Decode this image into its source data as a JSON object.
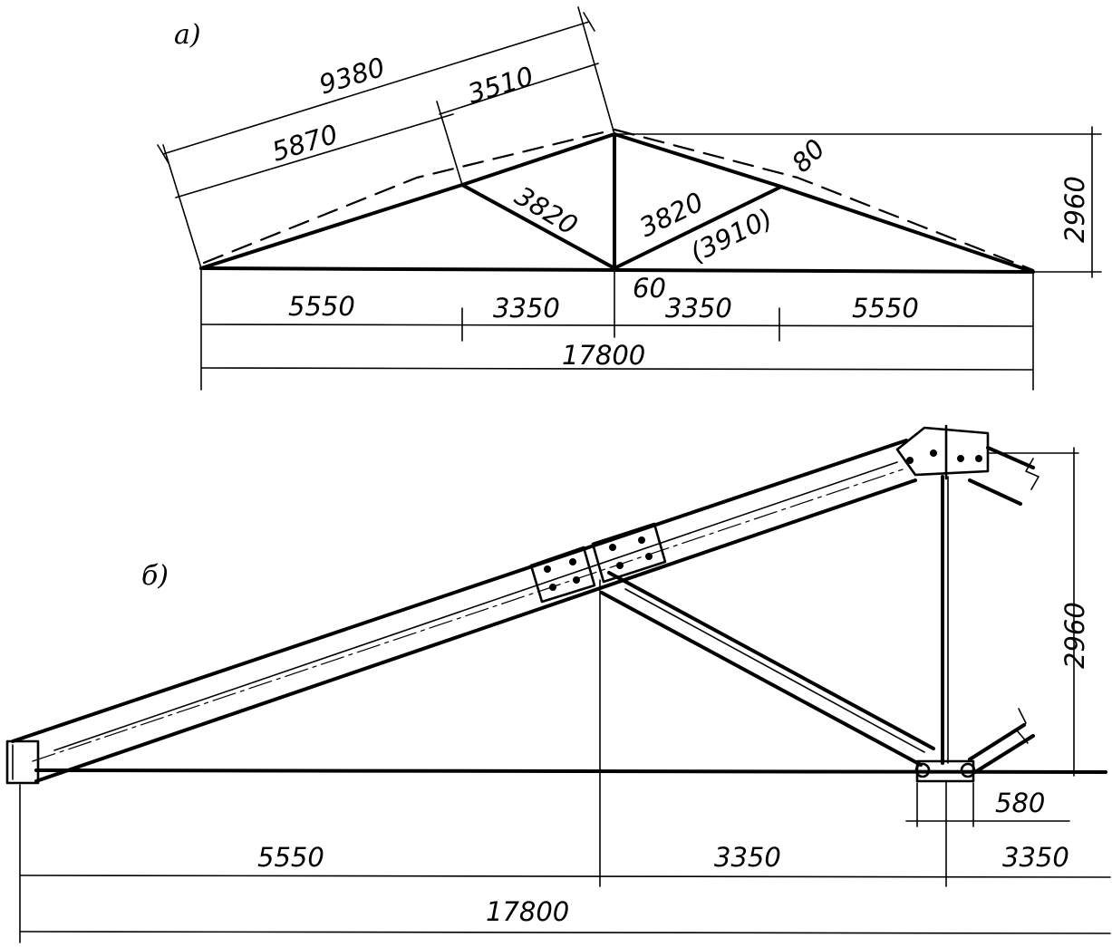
{
  "diagram": {
    "part_a": {
      "tag": "а)",
      "dimensions": {
        "top_chord_total": "9380",
        "top_chord_left": "5870",
        "top_chord_right": "3510",
        "diagonal_left": "3820",
        "diagonal_right": "3820",
        "diagonal_right_alt": "(3910)",
        "offset_top": "80",
        "offset_bottom": "60",
        "height": "2960",
        "bottom_1": "5550",
        "bottom_2": "3350",
        "bottom_3": "3350",
        "bottom_4": "5550",
        "span": "17800"
      }
    },
    "part_b": {
      "tag": "б)",
      "dimensions": {
        "height": "2960",
        "support_width": "580",
        "bottom_1": "5550",
        "bottom_2": "3350",
        "bottom_3": "3350",
        "span": "17800"
      }
    }
  }
}
